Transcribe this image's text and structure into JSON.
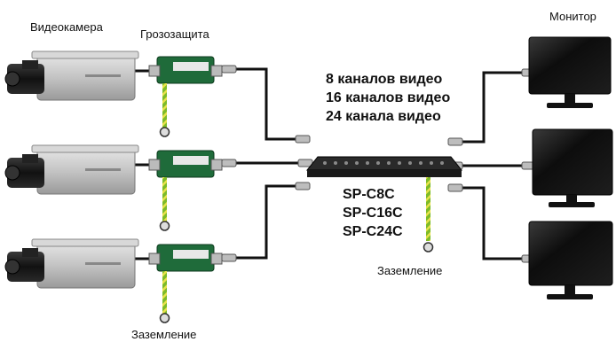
{
  "labels": {
    "camera": "Видеокамера",
    "surge_protection": "Грозозащита",
    "monitor": "Монитор",
    "grounding_left": "Заземление",
    "grounding_center": "Заземление"
  },
  "channels": [
    "8 каналов видео",
    "16 каналов видео",
    "24 канала видео"
  ],
  "models": [
    "SP-C8C",
    "SP-C16C",
    "SP-C24C"
  ],
  "colors": {
    "cable": "#111111",
    "ground_wire": "#7dbb2a",
    "ground_stripe": "#e8e24a",
    "device_green": "#1f6b3a",
    "camera_body": "#c9c9c9",
    "screen": "#151515"
  }
}
